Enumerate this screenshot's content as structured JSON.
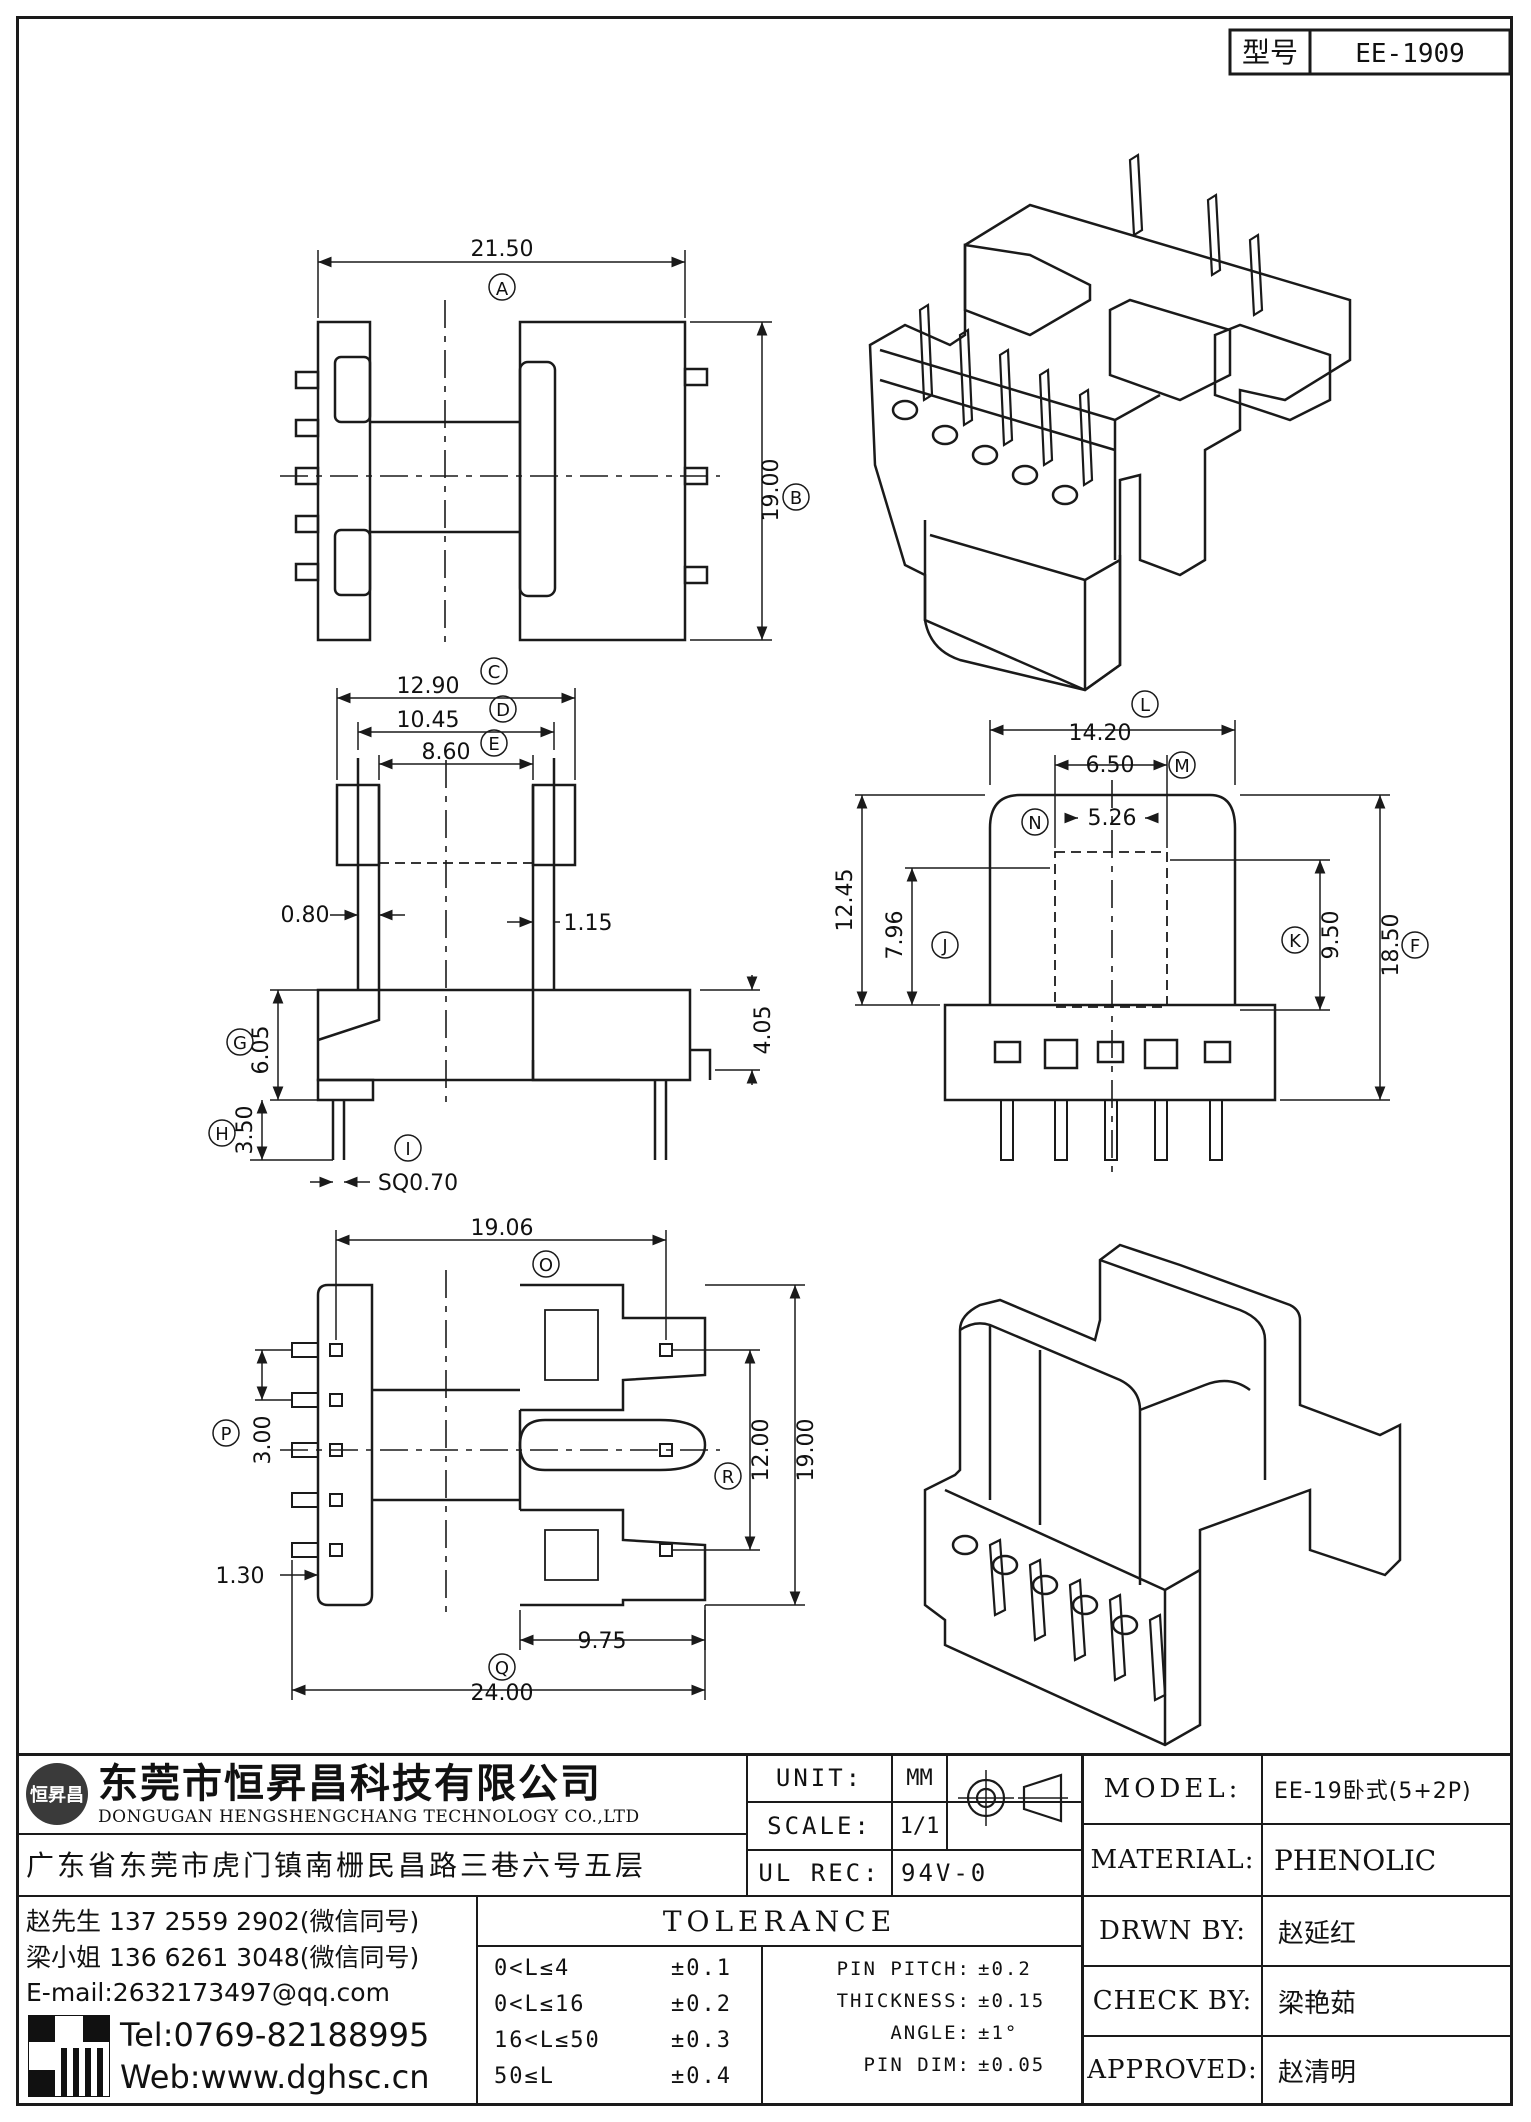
{
  "part_box": {
    "label": "型号",
    "value": "EE-1909"
  },
  "views": {
    "top": {
      "dims": {
        "A_value": "21.50",
        "A_tag": "A",
        "B_value": "19.00",
        "B_tag": "B"
      }
    },
    "front": {
      "dims": {
        "C_value": "12.90",
        "C_tag": "C",
        "D_value": "10.45",
        "D_tag": "D",
        "E_value": "8.60",
        "E_tag": "E",
        "left_gap": "0.80",
        "right_gap": "1.15",
        "base_h": "4.05",
        "G_value": "6.05",
        "G_tag": "G",
        "H_value": "3.50",
        "H_tag": "H",
        "I_tag": "I",
        "pin_sq": "SQ0.70"
      }
    },
    "side": {
      "dims": {
        "L_value": "14.20",
        "L_tag": "L",
        "M_value": "6.50",
        "M_tag": "M",
        "N_tag": "N",
        "N_value": "5.26",
        "h1": "12.45",
        "J_value": "7.96",
        "J_tag": "J",
        "K_value": "9.50",
        "K_tag": "K",
        "F_value": "18.50",
        "F_tag": "F"
      }
    },
    "bottom": {
      "dims": {
        "O_value": "19.06",
        "O_tag": "O",
        "P_value": "3.00",
        "P_tag": "P",
        "pitch_small": "1.30",
        "R_value": "12.00",
        "R_tag": "R",
        "total_h": "19.00",
        "slot_w": "9.75",
        "Q_value": "24.00",
        "Q_tag": "Q"
      }
    }
  },
  "company": {
    "name_cn": "东莞市恒昇昌科技有限公司",
    "name_en": "DONGUGAN HENGSHENGCHANG TECHNOLOGY CO.,LTD",
    "address": "广东省东莞市虎门镇南栅民昌路三巷六号五层",
    "logo_text": "恒昇昌"
  },
  "contacts": {
    "line1": "赵先生 137 2559 2902(微信同号)",
    "line2": "梁小姐 136 6261 3048(微信同号)",
    "email": "E-mail:2632173497@qq.com",
    "tel": "Tel:0769-82188995",
    "web": "Web:www.dghsc.cn"
  },
  "unit_block": {
    "unit_label": "UNIT:",
    "unit_value": "MM",
    "scale_label": "SCALE:",
    "scale_value": "1/1",
    "ulrec_label": "UL REC:",
    "ulrec_value": "94V-0"
  },
  "tolerance": {
    "title": "TOLERANCE",
    "rows": [
      {
        "range": "0<L≤4",
        "tol": "±0.1"
      },
      {
        "range": "0<L≤16",
        "tol": "±0.2"
      },
      {
        "range": "16<L≤50",
        "tol": "±0.3"
      },
      {
        "range": "50≤L",
        "tol": "±0.4"
      }
    ],
    "specs": [
      {
        "label": "PIN PITCH:",
        "value": "±0.2"
      },
      {
        "label": "THICKNESS:",
        "value": "±0.15"
      },
      {
        "label": "ANGLE:",
        "value": "±1°"
      },
      {
        "label": "PIN DIM:",
        "value": "±0.05"
      }
    ]
  },
  "title_block": {
    "model_label": "MODEL:",
    "model_value": "EE-19卧式(5+2P)",
    "material_label": "MATERIAL:",
    "material_value": "PHENOLIC",
    "drwn_label": "DRWN BY:",
    "drwn_value": "赵延红",
    "check_label": "CHECK BY:",
    "check_value": "梁艳茹",
    "approved_label": "APPROVED:",
    "approved_value": "赵清明"
  }
}
